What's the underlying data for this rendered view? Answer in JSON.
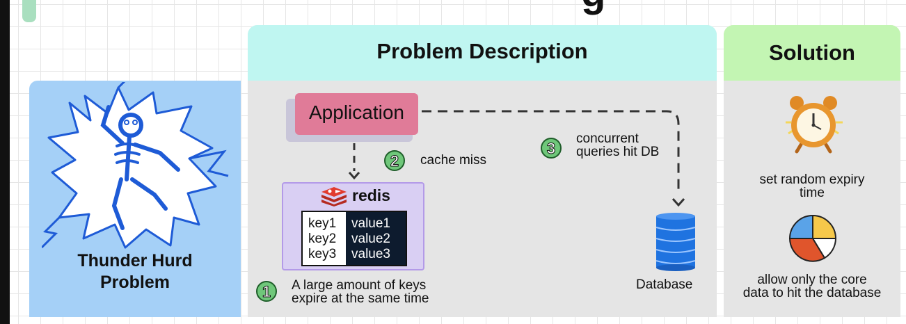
{
  "page_title_fragment": "g",
  "left_panel": {
    "title_line1": "Thunder Hurd",
    "title_line2": "Problem"
  },
  "problem": {
    "header": "Problem Description",
    "application_label": "Application",
    "redis_label": "redis",
    "cache_rows": [
      {
        "key": "key1",
        "value": "value1"
      },
      {
        "key": "key2",
        "value": "value2"
      },
      {
        "key": "key3",
        "value": "value3"
      }
    ],
    "steps": [
      {
        "number": "1",
        "line1": "A large amount of keys",
        "line2": "expire at the same time"
      },
      {
        "number": "2",
        "line1": "cache miss"
      },
      {
        "number": "3",
        "line1": "concurrent",
        "line2": "queries hit DB"
      }
    ],
    "database_label": "Database"
  },
  "solution": {
    "header": "Solution",
    "item1_line1": "set random expiry",
    "item1_line2": "time",
    "item2_line1": "allow only the core",
    "item2_line2": "data to hit the database"
  },
  "colors": {
    "problem_header": "#bff6f1",
    "solution_header": "#c3f5b3",
    "left_panel": "#a5d0f7",
    "application": "#e07b98",
    "redis_box": "#d9cff3",
    "step_circle": "#6fc77a",
    "database": "#1f73e0"
  },
  "icons": [
    "skeleton-shock-icon",
    "redis-logo-icon",
    "database-icon",
    "alarm-clock-icon",
    "pie-chart-icon"
  ]
}
